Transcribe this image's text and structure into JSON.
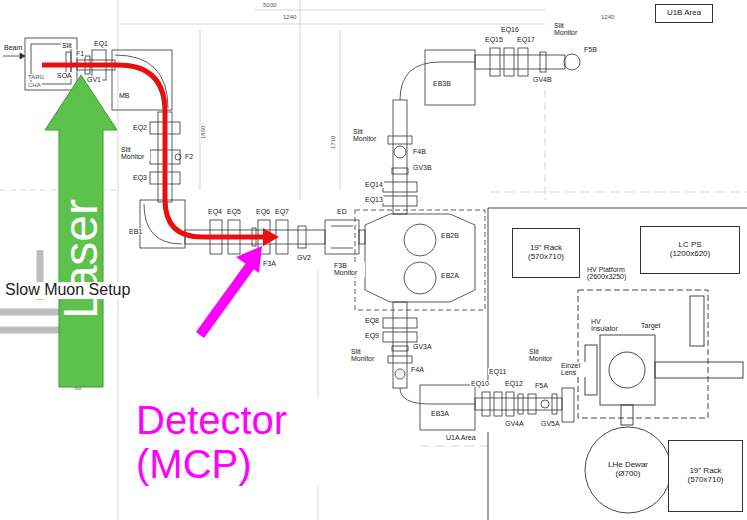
{
  "diagram": {
    "nodes": [
      {
        "text": [
          "U1B Area"
        ]
      },
      {
        "text": [
          "Laser"
        ]
      },
      {
        "text": [
          "19\" Rack (570x710)"
        ]
      },
      {
        "text": [
          "LC PS (1200x620)"
        ]
      },
      {
        "text": [
          "LHe Dewar (Ø700)"
        ]
      },
      {
        "text": [
          "19\" Rack (570x710)"
        ]
      }
    ],
    "labels": [
      "5000",
      "1240",
      "1240",
      "Beam",
      "Slit",
      "F1",
      "EQ1",
      "TARG",
      "CHA",
      "SOA",
      "GV1",
      "MB",
      "EQ2",
      "Slit Monitor",
      "F2",
      "EQ3",
      "1860",
      "EB1",
      "EQ4",
      "EQ5",
      "EQ6",
      "EQ7",
      "F3A",
      "GV2",
      "ED",
      "1710",
      "F3B Monitor",
      "Slit Monitor",
      "F4B",
      "GV3B",
      "EQ14",
      "EQ13",
      "EB2B",
      "EB2A",
      "EQ8",
      "EQ9",
      "GV3A",
      "Slit Monitor",
      "F4A",
      "EB3B",
      "EQ15",
      "EQ16",
      "EQ17",
      "GV4B",
      "Slit Monitor",
      "F5B",
      "EQ11",
      "EQ10",
      "EQ12",
      "Slit Monitor",
      "F5A",
      "Einzel Lens",
      "EB3A",
      "GV4A",
      "GV5A",
      "U1A Area",
      "HV Platform (2600x3250)",
      "HV Insulator",
      "Target",
      "Slow Muon Setup",
      "Detector (MCP)"
    ]
  }
}
